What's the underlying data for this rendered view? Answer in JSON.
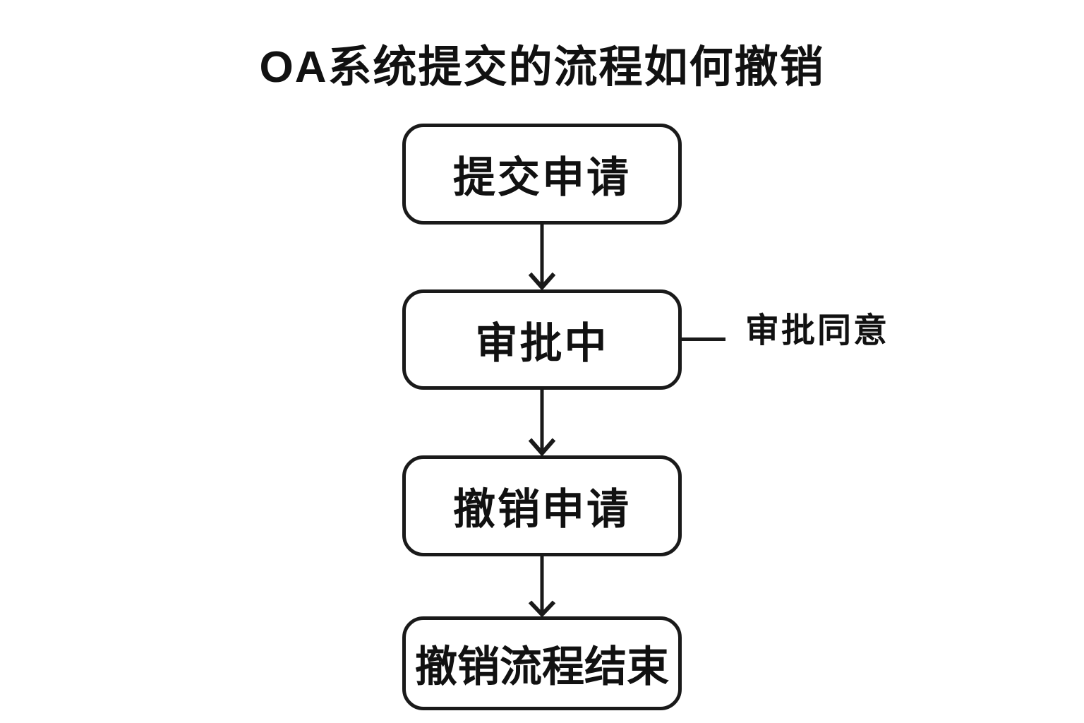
{
  "title": "OA系统提交的流程如何撤销",
  "colors": {
    "background": "#ffffff",
    "stroke": "#1a1a1a",
    "text": "#111111"
  },
  "icons": {
    "arrow_down": "down-arrow-connector"
  },
  "flow": {
    "type": "flowchart",
    "direction": "top-to-bottom",
    "nodes": [
      {
        "id": "submit",
        "label": "提交申请"
      },
      {
        "id": "approving",
        "label": "审批中"
      },
      {
        "id": "revoke",
        "label": "撤销申请"
      },
      {
        "id": "end",
        "label": "撤销流程结束"
      }
    ],
    "edges": [
      {
        "from": "submit",
        "to": "approving"
      },
      {
        "from": "approving",
        "to": "revoke"
      },
      {
        "from": "revoke",
        "to": "end"
      }
    ],
    "branch": {
      "from": "approving",
      "side": "right",
      "label": "审批同意"
    }
  }
}
